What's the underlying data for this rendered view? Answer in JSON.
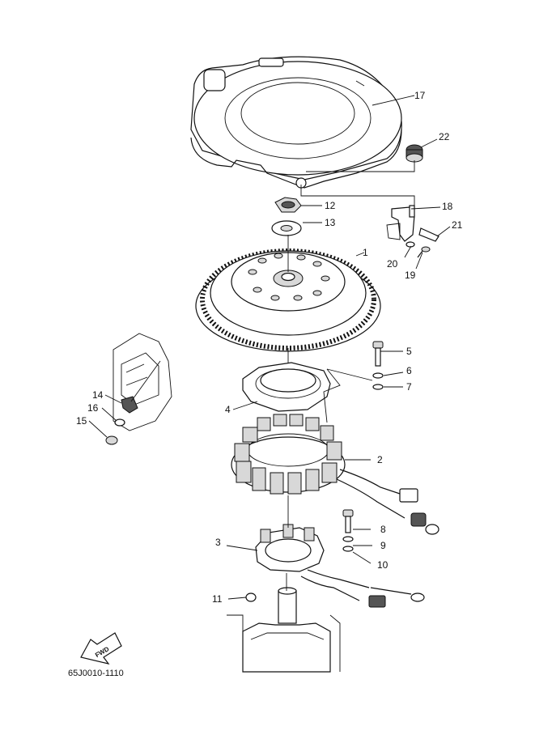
{
  "diagram": {
    "drawing_code": "65J0010-1110",
    "fwd_label": "FWD",
    "labels": {
      "l1": "1",
      "l2": "2",
      "l3": "3",
      "l4": "4",
      "l5": "5",
      "l6": "6",
      "l7": "7",
      "l8": "8",
      "l9": "9",
      "l10": "10",
      "l11": "11",
      "l12": "12",
      "l13": "13",
      "l14": "14",
      "l15": "15",
      "l16": "16",
      "l17": "17",
      "l18": "18",
      "l19": "19",
      "l20": "20",
      "l21": "21",
      "l22": "22"
    }
  }
}
